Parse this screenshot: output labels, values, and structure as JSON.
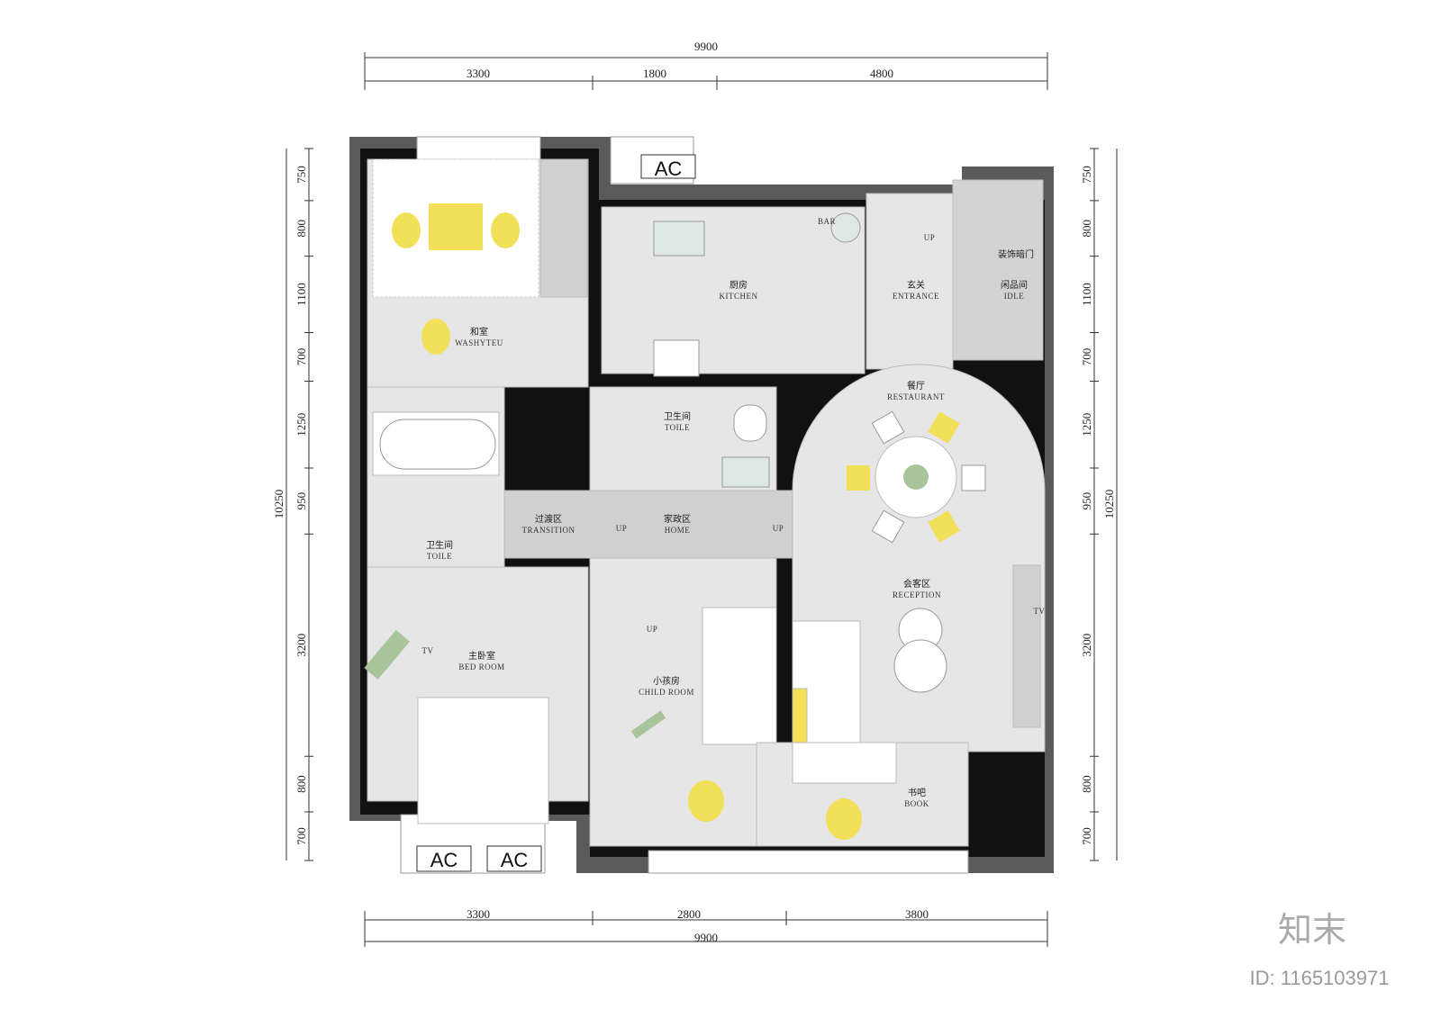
{
  "dimensions": {
    "top_total": "9900",
    "top_segments": [
      "3300",
      "1800",
      "4800"
    ],
    "bottom_total": "9900",
    "bottom_segments": [
      "3300",
      "2800",
      "3800"
    ],
    "side_total": "10250",
    "side_segments": [
      "750",
      "800",
      "1100",
      "700",
      "1250",
      "950",
      "3200",
      "800",
      "700"
    ]
  },
  "rooms": {
    "washitsu": {
      "cn": "和室",
      "en": "WASHYTEU"
    },
    "kitchen": {
      "cn": "厨房",
      "en": "KITCHEN"
    },
    "bar": "BAR",
    "entrance": {
      "cn": "玄关",
      "en": "ENTRANCE"
    },
    "hidden_door": "装饰暗门",
    "idle": {
      "cn": "闲品间",
      "en": "IDLE"
    },
    "restaurant": {
      "cn": "餐厅",
      "en": "RESTAURANT"
    },
    "toilet_center": {
      "cn": "卫生间",
      "en": "TOILE"
    },
    "toilet_master": {
      "cn": "卫生间",
      "en": "TOILE"
    },
    "transition": {
      "cn": "过渡区",
      "en": "TRANSITION"
    },
    "home": {
      "cn": "家政区",
      "en": "HOME"
    },
    "reception": {
      "cn": "会客区",
      "en": "RECEPTION"
    },
    "bedroom": {
      "cn": "主卧室",
      "en": "BED ROOM"
    },
    "child": {
      "cn": "小孩房",
      "en": "CHILD ROOM"
    },
    "book": {
      "cn": "书吧",
      "en": "BOOK"
    }
  },
  "markers": {
    "up": "UP",
    "tv": "TV",
    "ac": "AC"
  },
  "colors": {
    "wall": "#111111",
    "structure": "#5a5a5a",
    "floor": "#e6e6e6",
    "accent_yellow": "#f2e05a",
    "accent_green": "#a8c49a"
  },
  "watermark": {
    "logo": "知末",
    "id": "ID: 1165103971"
  }
}
